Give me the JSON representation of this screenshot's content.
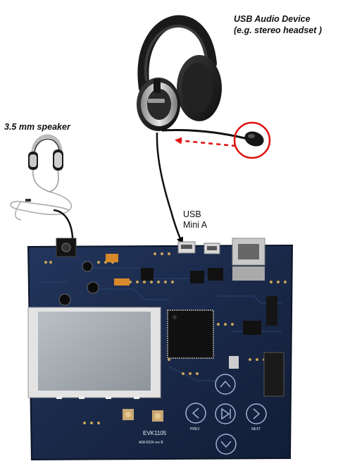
{
  "labels": {
    "headset_line1": "USB Audio Device",
    "headset_line2": "(e.g. stereo headset )",
    "speaker": "3.5 mm speaker",
    "usb_line1": "USB",
    "usb_line2": "Mini A"
  },
  "board": {
    "name": "EVK1105",
    "rev": "A08-0534 rev B",
    "btn_prev": "PREV",
    "btn_next": "NEXT"
  },
  "colors": {
    "pcb": "#1b2a4a",
    "arrow_solid": "#000000",
    "arrow_dashed": "#e01010",
    "highlight_circle": "#e01010"
  }
}
